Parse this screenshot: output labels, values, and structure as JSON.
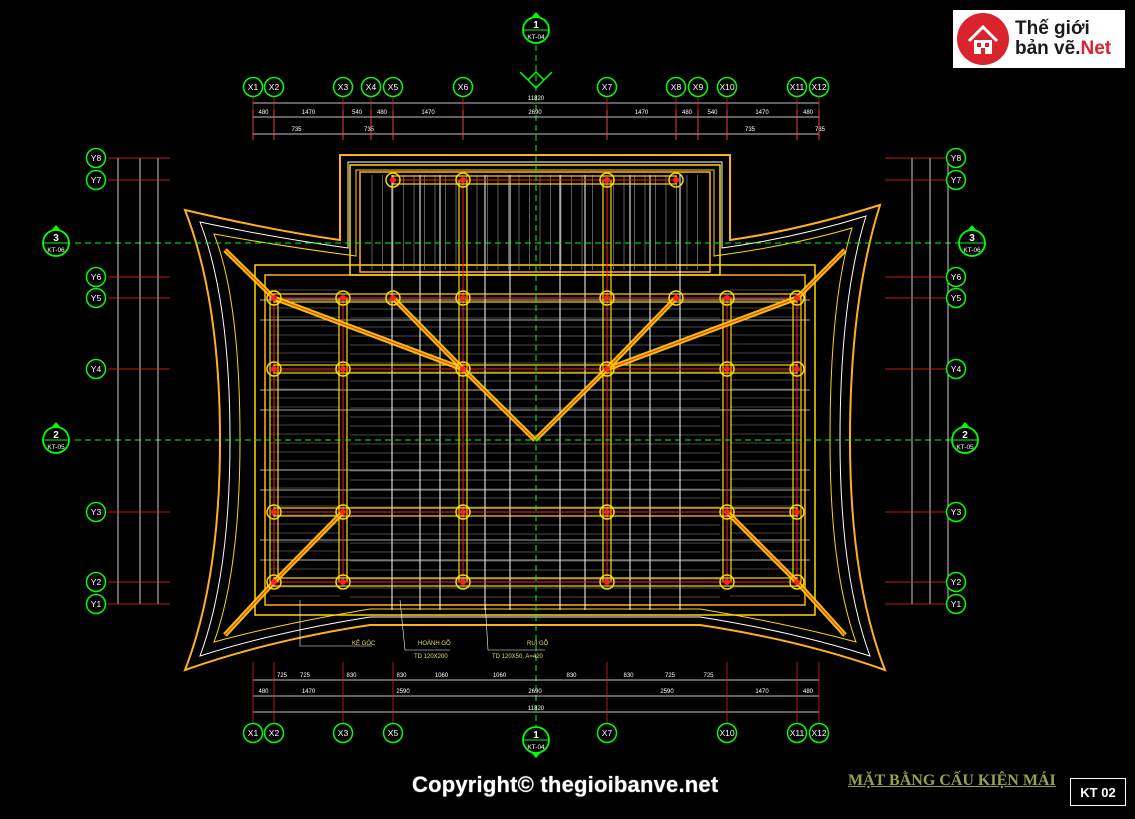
{
  "logo": {
    "line1": "Thế giới",
    "line2a": "bản vẽ.",
    "line2b": "Net"
  },
  "copyright": "Copyright© thegioibanve.net",
  "drawing_title": "MẶT BẰNG CẤU KIỆN MÁI",
  "sheet_no": "KT 02",
  "grid_x": [
    "X1",
    "X2",
    "X3",
    "X4",
    "X5",
    "X6",
    "X7",
    "X8",
    "X9",
    "X10",
    "X11",
    "X12"
  ],
  "grid_x_bottom": [
    "X1",
    "X2",
    "X3",
    "X5",
    "X7",
    "X10",
    "X11",
    "X12"
  ],
  "grid_y": [
    "Y8",
    "Y7",
    "Y6",
    "Y5",
    "Y4",
    "Y3",
    "Y2",
    "Y1"
  ],
  "sections": {
    "s1_top": {
      "num": "1",
      "ref": "KT-04"
    },
    "s1_bottom": {
      "num": "1",
      "ref": "KT-04"
    },
    "s3_left": {
      "num": "3",
      "ref": "KT-06"
    },
    "s3_right": {
      "num": "3",
      "ref": "KT-06"
    },
    "s2_left": {
      "num": "2",
      "ref": "KT-05"
    },
    "s2_right": {
      "num": "2",
      "ref": "KT-05"
    }
  },
  "dims": {
    "overall": "11820",
    "top_row": [
      "480",
      "1470",
      "540",
      "480",
      "1470",
      "2690",
      "1470",
      "480",
      "540",
      "1470",
      "480"
    ],
    "top_sub": [
      "735",
      "735",
      "735",
      "735"
    ],
    "bottom_row1": [
      "725",
      "725",
      "830",
      "830",
      "1060",
      "1060",
      "830",
      "830",
      "725",
      "725"
    ],
    "bottom_row2": [
      "480",
      "1470",
      "2590",
      "2690",
      "2590",
      "1470",
      "480"
    ]
  },
  "labels": {
    "a": "KẺ GÓC",
    "b1": "HOÀNH GỖ",
    "b2": "TD 120X200",
    "c1": "RUI GỖ",
    "c2": "TD 120X50, A=420"
  },
  "colors": {
    "grid": "#00ff00",
    "beam": "#ffd700",
    "red": "#ff2020",
    "white": "#ffffff",
    "orange": "#ffb020",
    "dim": "#ffffff"
  }
}
